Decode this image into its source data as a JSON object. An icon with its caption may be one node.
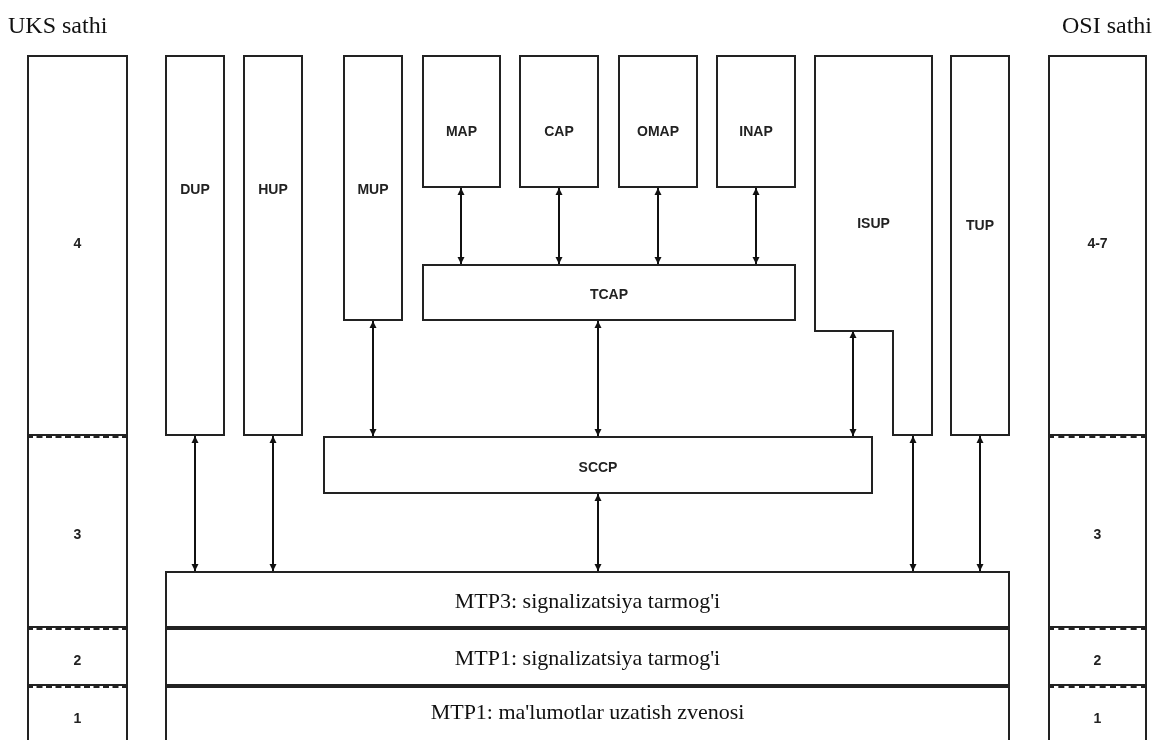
{
  "diagram": {
    "nodes": [
      {
        "text": [
          "4"
        ]
      },
      {
        "text": [
          "DUP"
        ]
      },
      {
        "text": [
          "HUP"
        ]
      },
      {
        "text": [
          "MUP"
        ]
      },
      {
        "text": [
          "MAP"
        ]
      },
      {
        "text": [
          "CAP"
        ]
      },
      {
        "text": [
          "OMAP"
        ]
      },
      {
        "text": [
          "INAP"
        ]
      },
      {
        "text": [
          "ISUP"
        ]
      },
      {
        "text": [
          "TUP"
        ]
      },
      {
        "text": [
          "4-7"
        ]
      },
      {
        "text": [
          "TCAP"
        ]
      },
      {
        "text": [
          "SCCP"
        ]
      },
      {
        "text": [
          "3"
        ]
      },
      {
        "text": [
          "3"
        ]
      },
      {
        "text": [
          "MTP3: signalizatsiya tarmog'i"
        ]
      },
      {
        "text": [
          "2"
        ]
      },
      {
        "text": [
          "MTP1: signalizatsiya tarmog'i"
        ]
      },
      {
        "text": [
          "2"
        ]
      },
      {
        "text": [
          "1"
        ]
      },
      {
        "text": [
          "MTP1: ma'lumotlar uzatish zvenosi"
        ]
      },
      {
        "text": [
          "1"
        ]
      }
    ],
    "edges": [
      {
        "from": 4,
        "to": 11,
        "arrow": "both"
      },
      {
        "from": 5,
        "to": 11,
        "arrow": "both"
      },
      {
        "from": 6,
        "to": 11,
        "arrow": "both"
      },
      {
        "from": 7,
        "to": 11,
        "arrow": "both"
      },
      {
        "from": 3,
        "to": 12,
        "arrow": "both"
      },
      {
        "from": 11,
        "to": 12,
        "arrow": "both"
      },
      {
        "from": 8,
        "to": 12,
        "arrow": "both"
      },
      {
        "from": 1,
        "to": 15,
        "arrow": "both"
      },
      {
        "from": 2,
        "to": 15,
        "arrow": "both"
      },
      {
        "from": 12,
        "to": 15,
        "arrow": "both"
      },
      {
        "from": 8,
        "to": 15,
        "arrow": "both"
      },
      {
        "from": 9,
        "to": 15,
        "arrow": "both"
      }
    ],
    "labels": [
      "UKS sathi",
      "OSI sathi"
    ]
  }
}
